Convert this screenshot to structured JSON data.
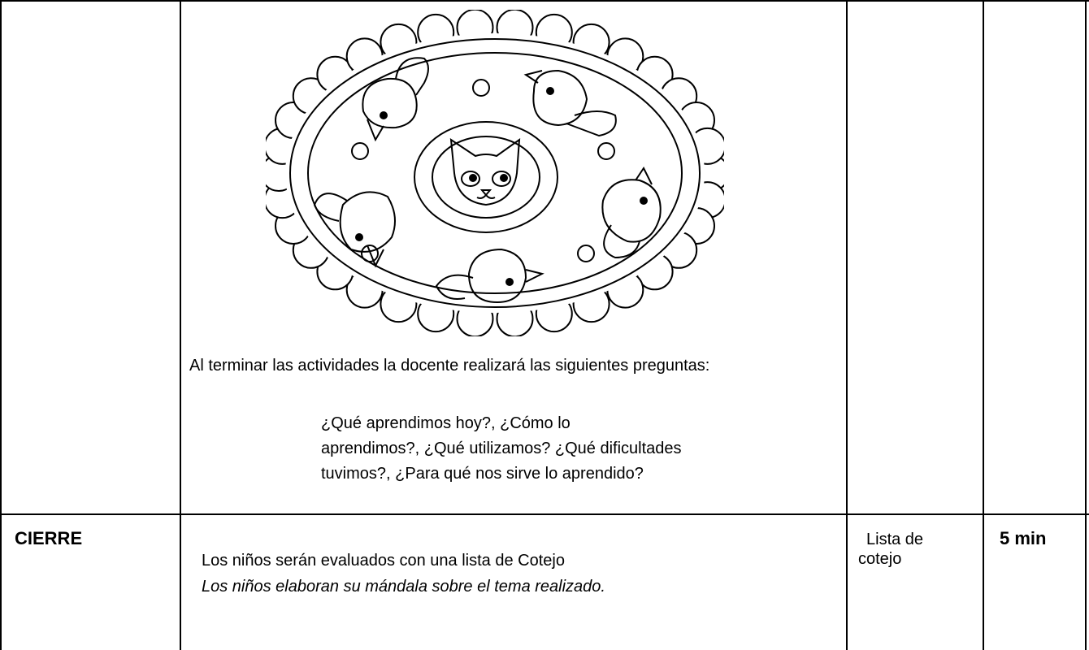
{
  "intro_text": "Al terminar las actividades la docente realizará las siguientes preguntas:",
  "questions_line1": "¿Qué aprendimos hoy?, ¿Cómo lo",
  "questions_line2": "aprendimos?, ¿Qué utilizamos? ¿Qué dificultades",
  "questions_line3": "tuvimos?, ¿Para qué nos sirve lo aprendido?",
  "cierre": {
    "phase": "CIERRE",
    "line1": "Los niños serán evaluados con una lista de Cotejo",
    "line2": "Los niños elaboran su mándala  sobre el tema realizado.",
    "resource_line1": "Lista de",
    "resource_line2": "cotejo",
    "time": "5 min"
  },
  "mandala": {
    "center_icon": "cat-face-icon",
    "figure_icon": "bird-icon",
    "stroke_color": "#000000",
    "fill_color": "#ffffff"
  }
}
